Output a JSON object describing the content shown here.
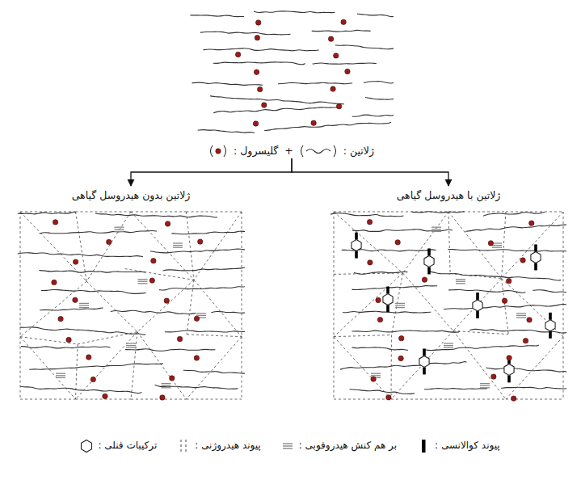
{
  "diagram": {
    "nodes": [
      {
        "text": [
          "ژلاتین :",
          "+",
          "گلیسرول :"
        ]
      },
      {
        "text": [
          "ژلاتین بدون هیدروسل گیاهی"
        ]
      },
      {
        "text": [
          "ژلاتین با هیدروسل گیاهی"
        ]
      }
    ],
    "edges": [
      {
        "from": 0,
        "to": 1,
        "arrow": "to"
      },
      {
        "from": 0,
        "to": 2,
        "arrow": "to"
      }
    ],
    "legend": [
      {
        "text": "پیوند کوالانسی :"
      },
      {
        "text": "بر هم کنش هیدروفوبی :"
      },
      {
        "text": "پیوند هیدروژنی :"
      },
      {
        "text": "ترکیبات فنلی :"
      }
    ]
  }
}
